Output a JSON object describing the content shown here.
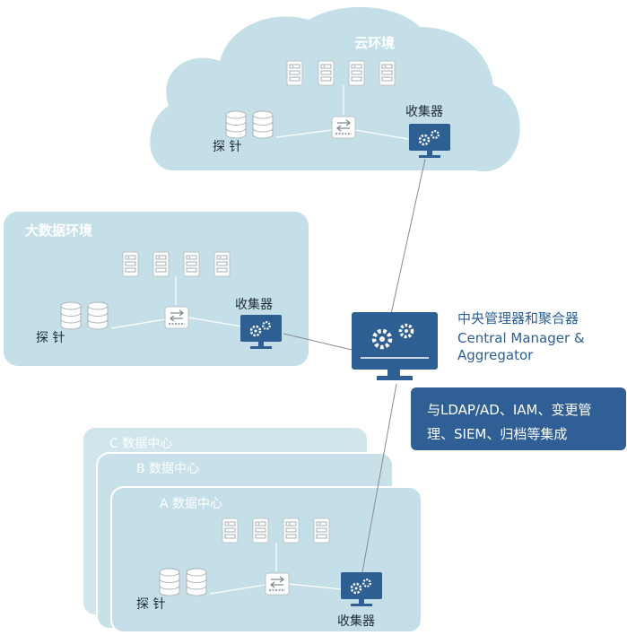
{
  "cloud": {
    "title": "云环境",
    "probe": "探  针",
    "collector": "收集器"
  },
  "bigdata": {
    "title": "大数据环境",
    "probe": "探  针",
    "collector": "收集器"
  },
  "central": {
    "line1": "中央管理器和聚合器",
    "line2": "Central Manager &",
    "line3": "Aggregator"
  },
  "integration": {
    "line1": "与LDAP/AD、IAM、变更管",
    "line2": "理、SIEM、归档等集成"
  },
  "datacenters": {
    "c_title": "C 数据中心",
    "b_title": "B 数据中心",
    "a_title": "A 数据中心",
    "probe": "探  针",
    "collector": "收集器"
  },
  "colors": {
    "zone_fill": "#c4dfe8",
    "zone_fill_light": "#d0e6ec",
    "monitor_blue": "#2e5f93",
    "integration_box": "#2f5f94",
    "link_gray": "#8a8a8a"
  },
  "icons": [
    "server-icon",
    "database-icon",
    "switch-icon",
    "monitor-gear-icon"
  ]
}
